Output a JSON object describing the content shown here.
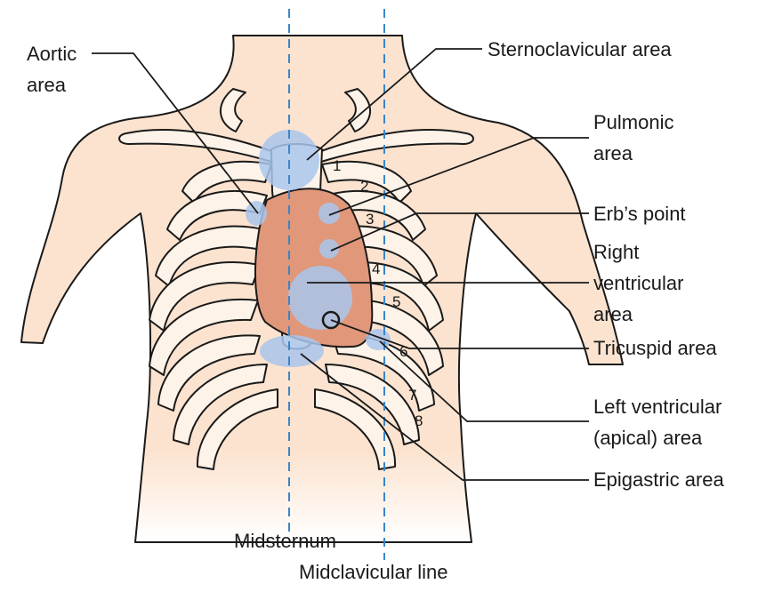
{
  "labels": {
    "aortic_area": [
      "Aortic",
      "area"
    ],
    "sternoclavicular_area": "Sternoclavicular area",
    "pulmonic_area": [
      "Pulmonic",
      "area"
    ],
    "erbs_point": "Erb’s point",
    "right_ventricular_area": [
      "Right",
      "ventricular",
      "area"
    ],
    "tricuspid_area": "Tricuspid area",
    "left_ventricular_area": [
      "Left ventricular",
      "(apical) area"
    ],
    "epigastric_area": "Epigastric area",
    "midsternum": "Midsternum",
    "midclavicular_line": "Midclavicular line"
  },
  "rib_numbers": [
    "1",
    "2",
    "3",
    "4",
    "5",
    "6",
    "7",
    "8"
  ],
  "colors": {
    "skin": "#fce3cf",
    "bone": "#fdf3e9",
    "heart": "#e1977a",
    "area_highlight": "#a9c6ec",
    "guide_line": "#3a85c8",
    "ink": "#1a1a1a"
  }
}
